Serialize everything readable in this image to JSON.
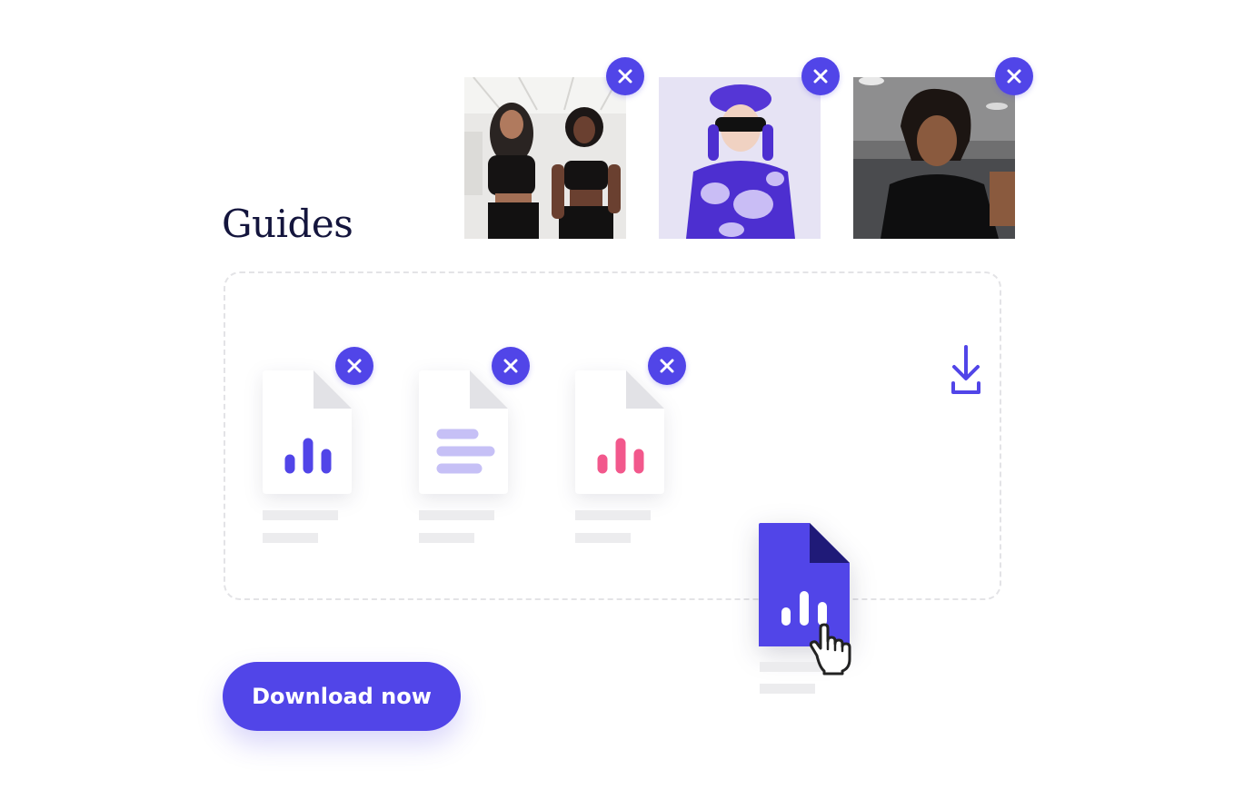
{
  "section": {
    "title": "Guides"
  },
  "photos": [
    {
      "name": "photo-dancers",
      "remove_icon": "close-icon"
    },
    {
      "name": "photo-purple-beret",
      "remove_icon": "close-icon"
    },
    {
      "name": "photo-man-dreadlocks",
      "remove_icon": "close-icon"
    }
  ],
  "files": [
    {
      "icon": "bar-chart-icon",
      "accent": "#5145e8"
    },
    {
      "icon": "text-lines-icon",
      "accent": "#c6c0f6"
    },
    {
      "icon": "bar-chart-icon",
      "accent": "#f2588c"
    }
  ],
  "dragged_file": {
    "icon": "bar-chart-icon",
    "accent": "#5145e8",
    "fold": "#1f1a78"
  },
  "drop_zone": {
    "action_icon": "download-icon"
  },
  "cta": {
    "label": "Download now"
  },
  "colors": {
    "brand": "#5145e8",
    "title": "#14153d",
    "skeleton": "#ececee",
    "dashed_border": "#e3e3e6"
  }
}
